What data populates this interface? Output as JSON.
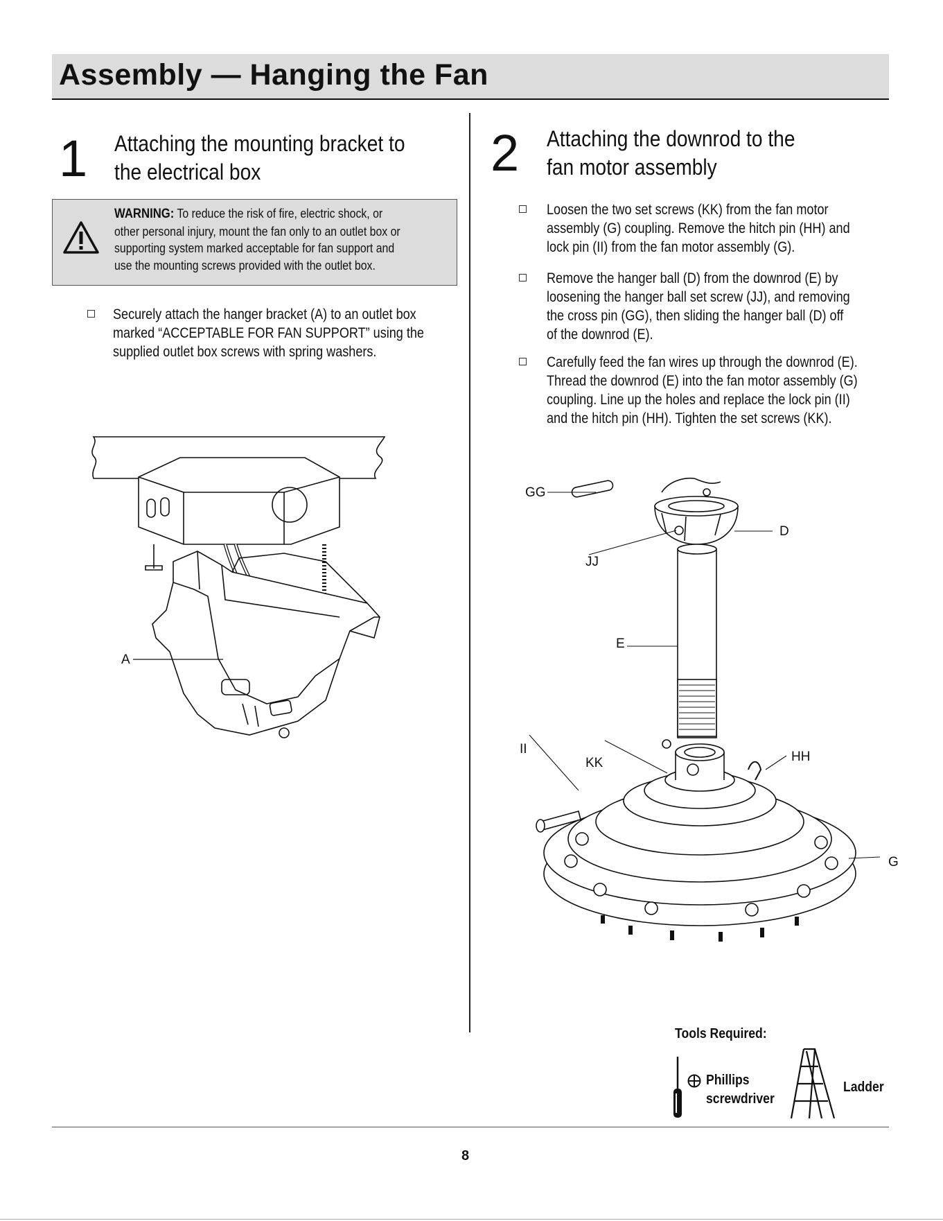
{
  "header": {
    "title": "Assembly — Hanging the Fan"
  },
  "step1": {
    "number": "1",
    "title_line1": "Attaching the mounting bracket to",
    "title_line2": "the electrical box",
    "warning_label": "WARNING:",
    "warning_lines": [
      "To reduce the risk of fire, electric shock, or",
      "other personal injury, mount the fan only to an outlet box or",
      "supporting system marked acceptable for fan support and",
      "use the mounting screws provided with the outlet box."
    ],
    "bullet_lines": [
      "Securely attach the hanger bracket (A) to an outlet box",
      "marked “ACCEPTABLE FOR FAN SUPPORT” using the",
      "supplied outlet box screws with spring washers."
    ],
    "figure_labels": {
      "a": "A"
    }
  },
  "step2": {
    "number": "2",
    "title_line1": "Attaching the downrod to the",
    "title_line2": "fan motor assembly",
    "bullets": [
      [
        "Loosen the two set screws (KK) from the fan motor",
        "assembly (G) coupling. Remove the hitch pin (HH) and",
        "lock pin (II) from the fan motor assembly (G)."
      ],
      [
        "Remove the hanger ball (D) from the downrod (E) by",
        "loosening the hanger ball set screw (JJ), and removing",
        "the cross pin (GG), then sliding the hanger ball (D) off",
        "of the downrod (E)."
      ],
      [
        "Carefully feed the fan wires up through the downrod (E).",
        "Thread the downrod (E) into the fan motor assembly (G)",
        "coupling. Line up the holes and replace the lock pin (II)",
        "and the hitch pin (HH). Tighten the set screws (KK)."
      ]
    ],
    "figure_labels": {
      "gg": "GG",
      "d": "D",
      "jj": "JJ",
      "e": "E",
      "ii": "II",
      "kk": "KK",
      "hh": "HH",
      "g": "G"
    }
  },
  "tools": {
    "title": "Tools Required:",
    "screwdriver_line1": "Phillips",
    "screwdriver_line2": "screwdriver",
    "ladder": "Ladder"
  },
  "footer": {
    "page_number": "8"
  }
}
